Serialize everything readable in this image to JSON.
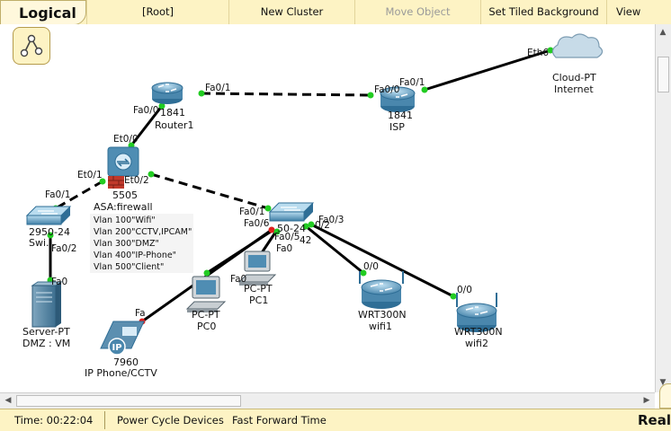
{
  "toolbar": {
    "view_mode": "Logical",
    "root": "[Root]",
    "new_cluster": "New Cluster",
    "move_object": "Move Object",
    "set_tiled_background": "Set Tiled Background",
    "viewport": "View"
  },
  "status_bar": {
    "time": "Time: 00:22:04",
    "power_cycle": "Power Cycle Devices",
    "fast_forward": "Fast Forward Time",
    "realtime": "Real"
  },
  "devices": {
    "router1": {
      "model": "1841",
      "name": "Router1"
    },
    "isp": {
      "model": "1841",
      "name": "ISP"
    },
    "cloud": {
      "model": "Cloud-PT",
      "name": "Internet"
    },
    "asa": {
      "model": "5505",
      "name": "ASA:firewall"
    },
    "switch_left": {
      "model": "2950-24",
      "name": "Swi..."
    },
    "server": {
      "model": "Server-PT",
      "name": "DMZ : VM"
    },
    "switch_center": {
      "model": "50-24"
    },
    "pc0": {
      "model": "PC-PT",
      "name": "PC0"
    },
    "pc1": {
      "model": "PC-PT",
      "name": "PC1"
    },
    "phone": {
      "model": "7960",
      "name": "IP Phone/CCTV",
      "badge": "IP"
    },
    "wifi1": {
      "model": "WRT300N",
      "name": "wifi1"
    },
    "wifi2": {
      "model": "WRT300N",
      "name": "wifi2"
    }
  },
  "ports": {
    "r1_fa01": "Fa0/1",
    "r1_fa00": "Fa0/0",
    "isp_fa00": "Fa0/0",
    "isp_fa01": "Fa0/1",
    "cloud_eth6": "Eth6",
    "asa_et00": "Et0/0",
    "asa_et01": "Et0/1",
    "asa_et02": "Et0/2",
    "swl_fa01": "Fa0/1",
    "swl_fa02": "Fa0/2",
    "server_fa0": "Fa0",
    "swc_fa01": "Fa0/1",
    "swc_fa06": "Fa0/6",
    "swc_fa05": "Fa0/5",
    "swc_fa0x": "Fa0",
    "swc_fa03": "Fa0/3",
    "swc_fa42": "42",
    "swc_fa02": "0/2",
    "pc1_fa0": "Fa0",
    "phone_fa": "Fa",
    "wifi1_port": "0/0",
    "wifi2_port": "0/0"
  },
  "vlan_note": [
    "Vlan 100\"Wifi\"",
    "Vlan 200\"CCTV,IPCAM\"",
    "Vlan 300\"DMZ\"",
    "Vlan 400\"IP-Phone\"",
    "Vlan 500\"Client\""
  ],
  "colors": {
    "bar_background": "#fdf3c4",
    "link_up": "#22cc22",
    "link_down": "#e0201e",
    "cable": "#000000",
    "device_blue": "#2f6e96"
  },
  "icons": {
    "navigation": "network-navigation-icon",
    "scroll_up": "arrow-up-icon",
    "scroll_down": "arrow-down-icon",
    "scroll_left": "arrow-left-icon",
    "scroll_right": "arrow-right-icon"
  }
}
